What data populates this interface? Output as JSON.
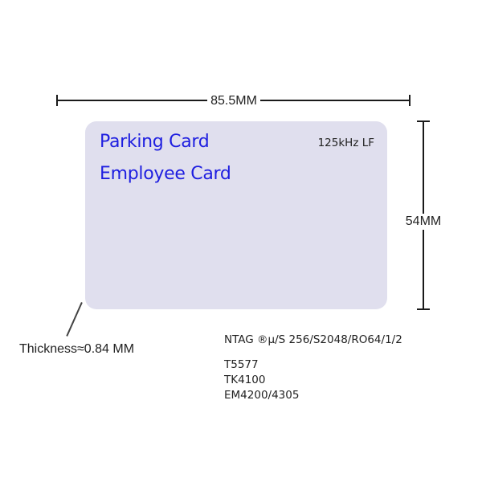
{
  "dimensions": {
    "width_label": "85.5MM",
    "height_label": "54MM",
    "thickness_label": "Thickness≈0.84 MM"
  },
  "card": {
    "titles": [
      "Parking Card",
      "Employee Card"
    ],
    "frequency": "125kHz LF",
    "colors": {
      "card_fill": "#e0dfee",
      "title_text": "#1e1ee0"
    }
  },
  "chips": {
    "primary": "NTAG ®μ/S 256/S2048/RO64/1/2",
    "list": [
      "T5577",
      "TK4100",
      "EM4200/4305"
    ]
  }
}
